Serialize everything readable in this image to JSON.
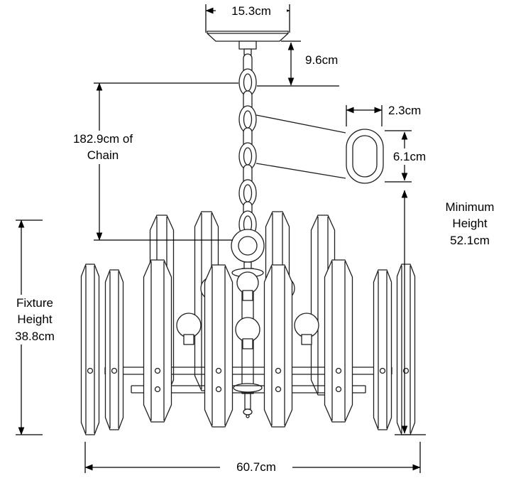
{
  "labels": {
    "canopy_width": "15.3cm",
    "canopy_drop": "9.6cm",
    "chain_length": "182.9cm of\nChain",
    "link_width": "2.3cm",
    "link_height": "6.1cm",
    "minimum_height": "Minimum\nHeight\n52.1cm",
    "fixture_height": "Fixture\nHeight\n38.8cm",
    "fixture_width": "60.7cm"
  },
  "colors": {
    "line": "#1f1f1f",
    "dimension_line": "#000000",
    "background": "#ffffff",
    "text": "#000000"
  }
}
